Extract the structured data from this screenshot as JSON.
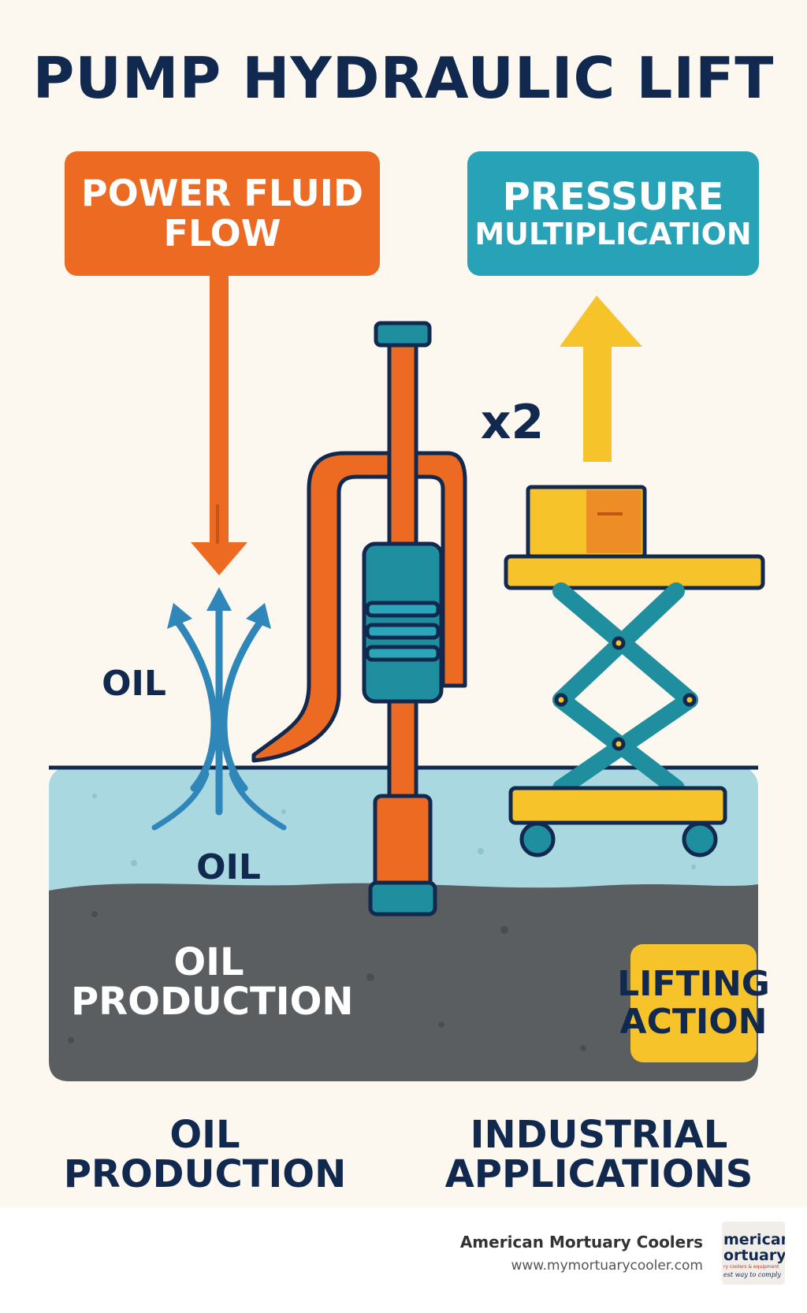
{
  "title": "PUMP HYDRAULIC LIFT",
  "boxes": {
    "power_fluid_l1": "POWER FLUID",
    "power_fluid_l2": "FLOW",
    "pressure_l1": "PRESSURE",
    "pressure_l2": "MULTIPLICATION",
    "lifting_l1": "LIFTING",
    "lifting_l2": "ACTION"
  },
  "labels": {
    "oil_top": "OIL",
    "oil_middle": "OIL",
    "multiplier": "x2",
    "ground_l1": "OIL",
    "ground_l2": "PRODUCTION"
  },
  "applications": {
    "left_l1": "OIL",
    "left_l2": "PRODUCTION",
    "right_l1": "INDUSTRIAL",
    "right_l2": "APPLICATIONS"
  },
  "footer": {
    "company": "American Mortuary Coolers",
    "url": "www.mymortuarycooler.com",
    "logo_l1": "merican",
    "logo_l2": "ortuary",
    "logo_l3": "ry coolers & equipment",
    "logo_l4": "est way to comply"
  },
  "colors": {
    "navy": "#12294f",
    "orange": "#ec6a21",
    "teal": "#27a2b7",
    "yellow": "#f6c32b",
    "water": "#a9d8e0",
    "ground": "#5b5e60"
  },
  "icons": [
    "down-arrow-icon",
    "up-arrow-icon",
    "oil-flow-arrows-icon",
    "pump-icon",
    "scissor-lift-icon",
    "box-icon"
  ]
}
